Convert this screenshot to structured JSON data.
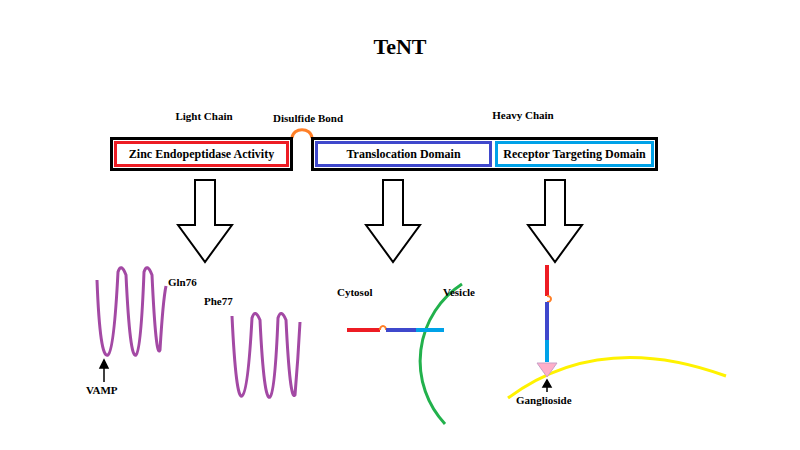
{
  "diagram": {
    "title": "TeNT",
    "nodes": [
      {
        "text": [
          "Light Chain"
        ]
      },
      {
        "text": [
          "Zinc Endopeptidase Activity"
        ],
        "in": 0
      },
      {
        "text": [
          "Heavy Chain"
        ]
      },
      {
        "text": [
          "Translocation Domain"
        ],
        "in": 2
      },
      {
        "text": [
          "Receptor Targeting Domain"
        ],
        "in": 2
      }
    ],
    "edges": [
      {
        "from": 0,
        "to": 2,
        "label": "Disulfide Bond",
        "arrow": "none"
      }
    ],
    "labels": [
      "Gln76",
      "Phe77",
      "VAMP",
      "Cytosol",
      "Vesicle",
      "Ganglioside"
    ]
  }
}
